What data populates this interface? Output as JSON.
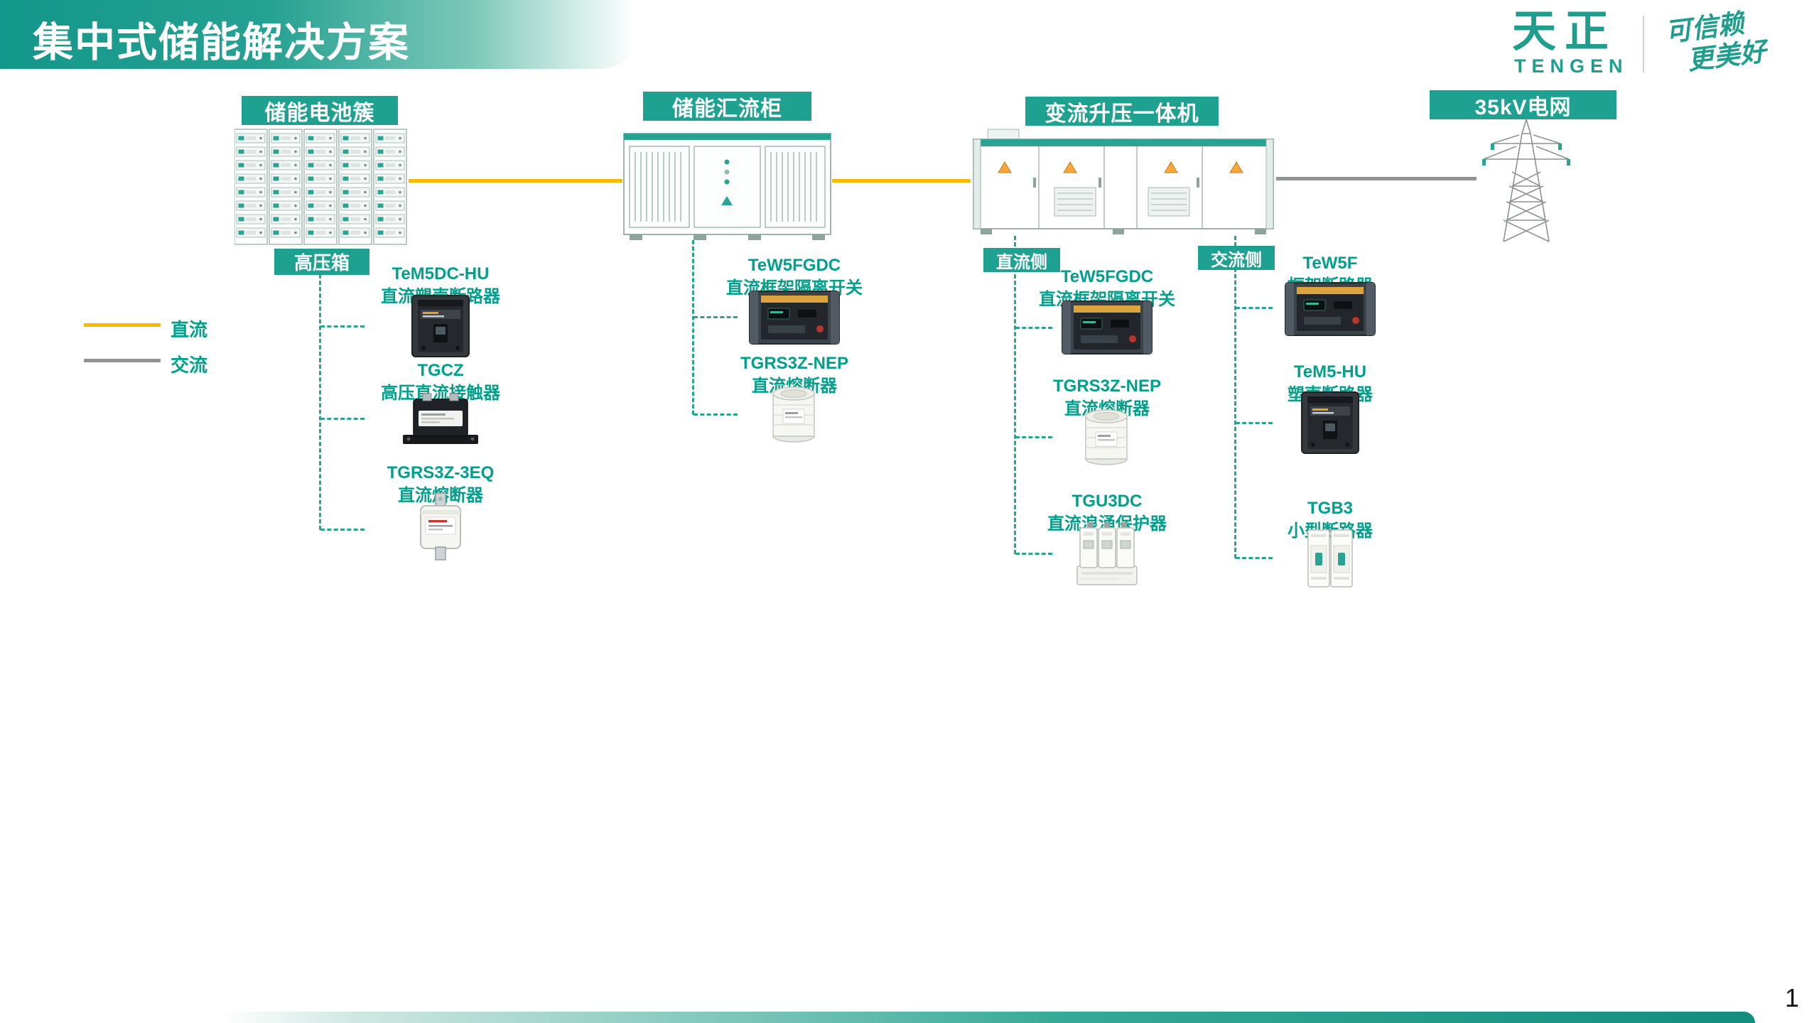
{
  "header": {
    "title": "集中式储能解决方案"
  },
  "logo": {
    "brand_cn": "天正",
    "brand_en": "TENGEN",
    "slogan_line1": "可信赖",
    "slogan_line2": "更美好"
  },
  "legend": {
    "dc_label": "直流",
    "ac_label": "交流",
    "dc_color": "#F9B900",
    "ac_color": "#8F9496"
  },
  "flow": {
    "stations": [
      {
        "label": "储能电池簇"
      },
      {
        "label": "储能汇流柜"
      },
      {
        "label": "变流升压一体机"
      },
      {
        "label": "35kV电网"
      }
    ]
  },
  "groups": {
    "battery_box": {
      "tag": "高压箱",
      "items": [
        {
          "model": "TeM5DC-HU",
          "name": "直流塑壳断路器"
        },
        {
          "model": "TGCZ",
          "name": "高压直流接触器"
        },
        {
          "model": "TGRS3Z-3EQ",
          "name": "直流熔断器"
        }
      ]
    },
    "combiner": {
      "items": [
        {
          "model": "TeW5FGDC",
          "name": "直流框架隔离开关"
        },
        {
          "model": "TGRS3Z-NEP",
          "name": "直流熔断器"
        }
      ]
    },
    "dc_side": {
      "tag": "直流侧",
      "items": [
        {
          "model": "TeW5FGDC",
          "name": "直流框架隔离开关"
        },
        {
          "model": "TGRS3Z-NEP",
          "name": "直流熔断器"
        },
        {
          "model": "TGU3DC",
          "name": "直流浪涌保护器"
        }
      ]
    },
    "ac_side": {
      "tag": "交流侧",
      "items": [
        {
          "model": "TeW5F",
          "name": "框架断路器"
        },
        {
          "model": "TeM5-HU",
          "name": "塑壳断路器"
        },
        {
          "model": "TGB3",
          "name": "小型断路器"
        }
      ]
    }
  },
  "footer": {
    "page_number": "1"
  },
  "colors": {
    "teal": "#1FA192",
    "dc_yellow": "#F9B900",
    "ac_gray": "#8F9496"
  }
}
